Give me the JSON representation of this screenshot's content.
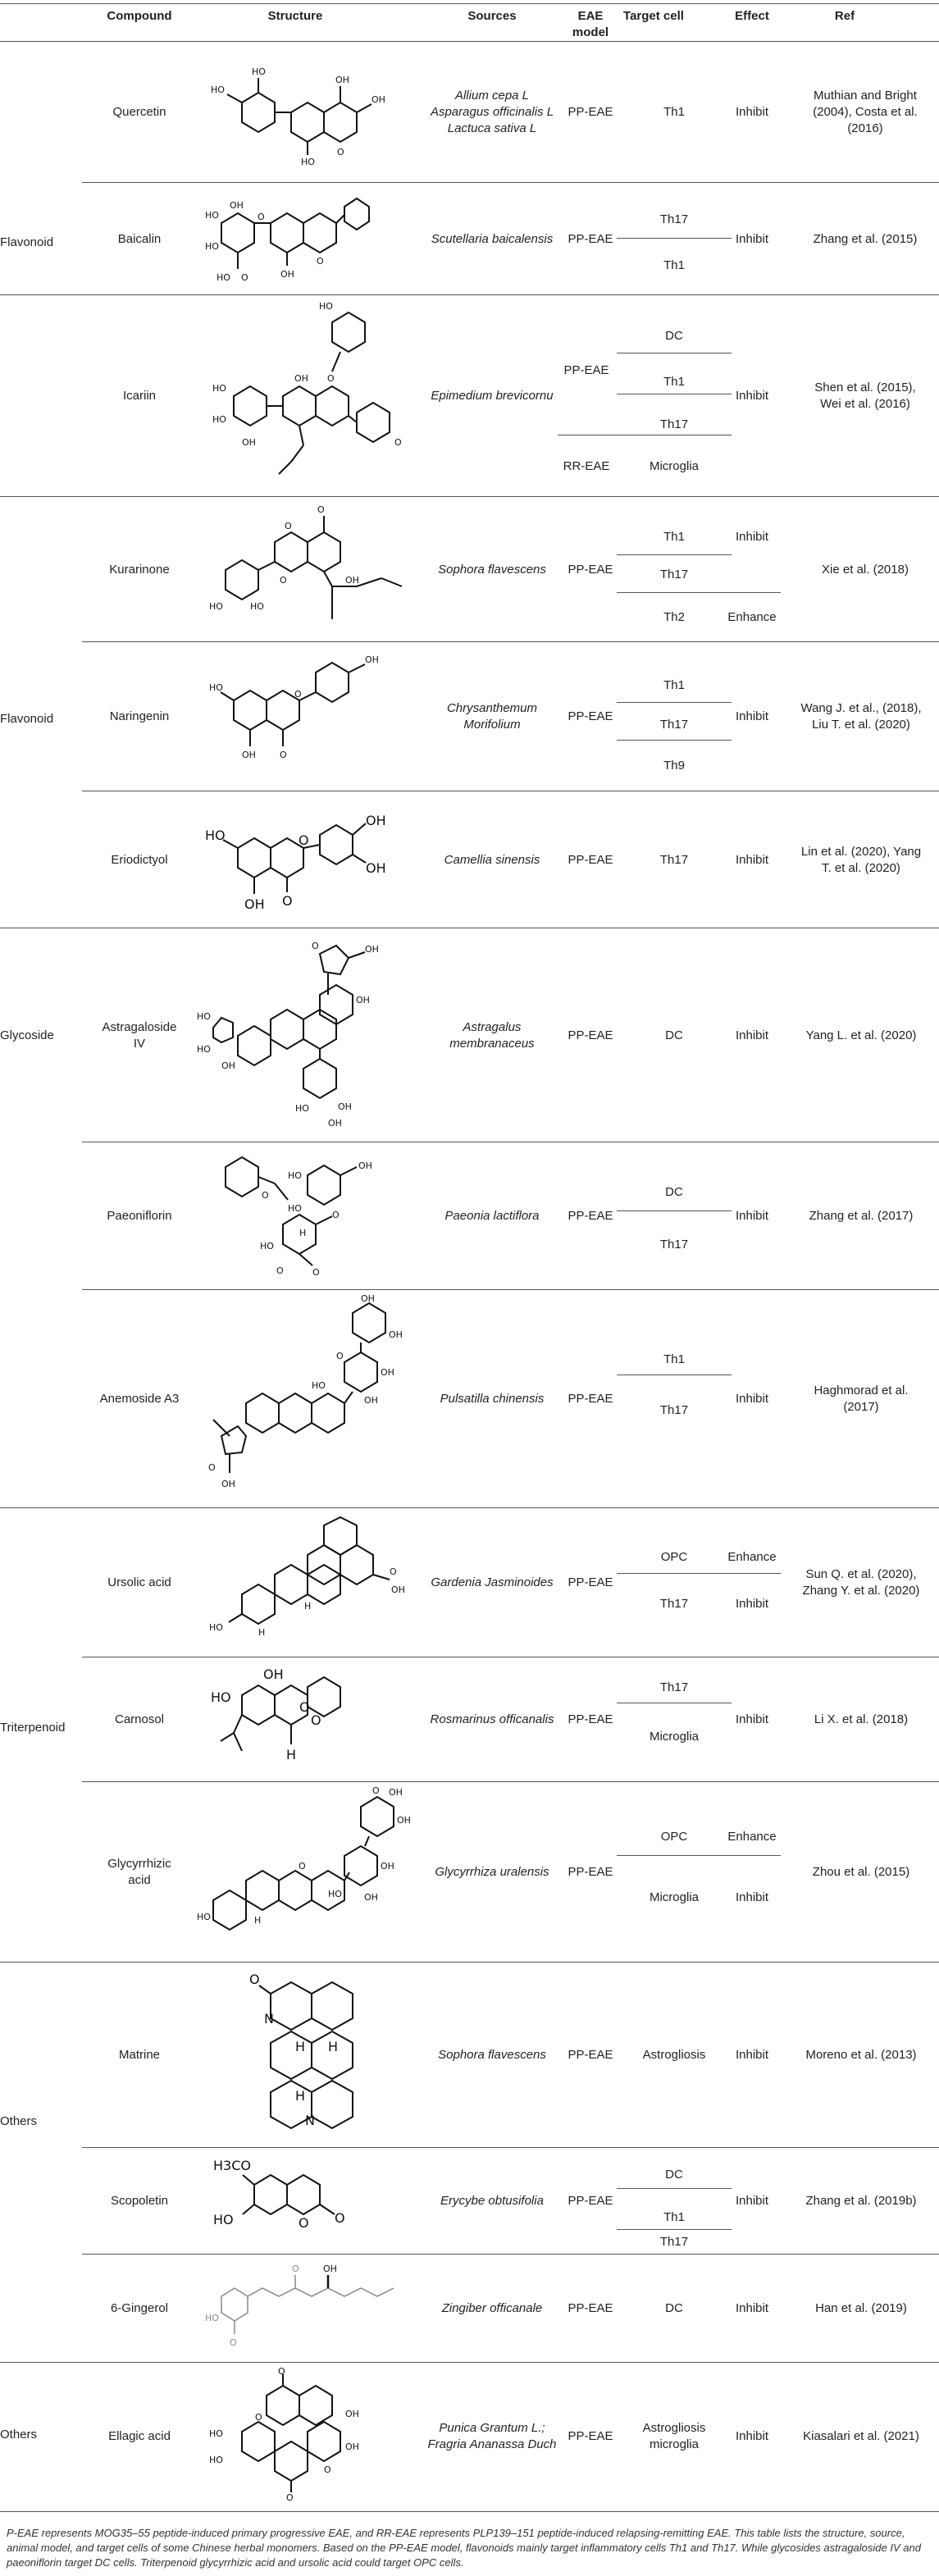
{
  "headers": {
    "compound": "Compound",
    "structure": "Structure",
    "sources": "Sources",
    "eae_model": "EAE model",
    "target_cell": "Target cell",
    "effect": "Effect",
    "ref": "Ref"
  },
  "categories": {
    "flavonoid_1": "Flavonoid",
    "flavonoid_2": "Flavonoid",
    "glycoside": "Glycoside",
    "triterpenoid": "Triterpenoid",
    "others_1": "Others",
    "others_2": "Others"
  },
  "rows": [
    {
      "compound": "Quercetin",
      "sources": "Allium cepa L\nAsparagus officinalis L\nLactuca sativa L",
      "model": "PP-EAE",
      "targets": [
        "Th1"
      ],
      "effects": [
        "Inhibit"
      ],
      "ref": "Muthian and Bright\n(2004), Costa et al.\n(2016)"
    },
    {
      "compound": "Baicalin",
      "sources": "Scutellaria baicalensis",
      "model": "PP-EAE",
      "targets": [
        "Th17",
        "Th1"
      ],
      "effects": [
        "Inhibit"
      ],
      "ref": "Zhang et al. (2015)"
    },
    {
      "compound": "Icariin",
      "sources": "Epimedium brevicornu",
      "models": [
        "PP-EAE",
        "RR-EAE"
      ],
      "targets": [
        "DC",
        "Th1",
        "Th17",
        "Microglia"
      ],
      "effects": [
        "Inhibit"
      ],
      "ref": "Shen et al. (2015),\nWei et al. (2016)"
    },
    {
      "compound": "Kurarinone",
      "sources": "Sophora flavescens",
      "model": "PP-EAE",
      "targets": [
        "Th1",
        "Th17",
        "Th2"
      ],
      "effects": [
        "Inhibit",
        "Enhance"
      ],
      "ref": "Xie et al. (2018)"
    },
    {
      "compound": "Naringenin",
      "sources": "Chrysanthemum\nMorifolium",
      "model": "PP-EAE",
      "targets": [
        "Th1",
        "Th17",
        "Th9"
      ],
      "effects": [
        "Inhibit"
      ],
      "ref": "Wang J. et al., (2018),\nLiu T. et al. (2020)"
    },
    {
      "compound": "Eriodictyol",
      "sources": "Camellia sinensis",
      "model": "PP-EAE",
      "targets": [
        "Th17"
      ],
      "effects": [
        "Inhibit"
      ],
      "ref": "Lin et al. (2020), Yang\nT. et al. (2020)"
    },
    {
      "compound": "Astragaloside\nIV",
      "sources": "Astragalus\nmembranaceus",
      "model": "PP-EAE",
      "targets": [
        "DC"
      ],
      "effects": [
        "Inhibit"
      ],
      "ref": "Yang L. et al. (2020)"
    },
    {
      "compound": "Paeoniflorin",
      "sources": "Paeonia lactiflora",
      "model": "PP-EAE",
      "targets": [
        "DC",
        "Th17"
      ],
      "effects": [
        "Inhibit"
      ],
      "ref": "Zhang et al. (2017)"
    },
    {
      "compound": "Anemoside A3",
      "sources": "Pulsatilla chinensis",
      "model": "PP-EAE",
      "targets": [
        "Th1",
        "Th17"
      ],
      "effects": [
        "Inhibit"
      ],
      "ref": "Haghmorad et al.\n(2017)"
    },
    {
      "compound": "Ursolic acid",
      "sources": "Gardenia Jasminoides",
      "model": "PP-EAE",
      "targets": [
        "OPC",
        "Th17"
      ],
      "effects": [
        "Enhance",
        "Inhibit"
      ],
      "ref": "Sun Q. et al. (2020),\nZhang Y. et al. (2020)"
    },
    {
      "compound": "Carnosol",
      "sources": "Rosmarinus officanalis",
      "model": "PP-EAE",
      "targets": [
        "Th17",
        "Microglia"
      ],
      "effects": [
        "Inhibit"
      ],
      "ref": "Li X. et al. (2018)"
    },
    {
      "compound": "Glycyrrhizic\nacid",
      "sources": "Glycyrrhiza uralensis",
      "model": "PP-EAE",
      "targets": [
        "OPC",
        "Microglia"
      ],
      "effects": [
        "Enhance",
        "Inhibit"
      ],
      "ref": "Zhou et al. (2015)"
    },
    {
      "compound": "Matrine",
      "sources": "Sophora flavescens",
      "model": "PP-EAE",
      "targets": [
        "Astrogliosis"
      ],
      "effects": [
        "Inhibit"
      ],
      "ref": "Moreno et al. (2013)"
    },
    {
      "compound": "Scopoletin",
      "sources": "Erycybe obtusifolia",
      "model": "PP-EAE",
      "targets": [
        "DC",
        "Th1",
        "Th17"
      ],
      "effects": [
        "Inhibit"
      ],
      "ref": "Zhang et al. (2019b)"
    },
    {
      "compound": "6-Gingerol",
      "sources": "Zingiber officanale",
      "model": "PP-EAE",
      "targets": [
        "DC"
      ],
      "effects": [
        "Inhibit"
      ],
      "ref": "Han et al. (2019)"
    },
    {
      "compound": "Ellagic acid",
      "sources": "Punica Grantum L.;\nFragria Ananassa Duch",
      "model": "PP-EAE",
      "targets": [
        "Astrogliosis\nmicroglia"
      ],
      "effects": [
        "Inhibit"
      ],
      "ref": "Kiasalari et al. (2021)"
    }
  ],
  "atoms": {
    "OH": "OH",
    "HO": "HO",
    "O": "O",
    "H": "H",
    "N": "N",
    "H3CO": "H3CO"
  },
  "footnote": "P-EAE represents MOG35–55 peptide-induced primary progressive EAE, and RR-EAE represents PLP139–151 peptide-induced relapsing-remitting EAE. This table lists the structure, source, animal model, and target cells of some Chinese herbal monomers. Based on the PP-EAE model, flavonoids mainly target inflammatory cells Th1 and Th17. While glycosides astragaloside IV and paeoniflorin target DC cells. Triterpenoid glycyrrhizic acid and ursolic acid could target OPC cells."
}
